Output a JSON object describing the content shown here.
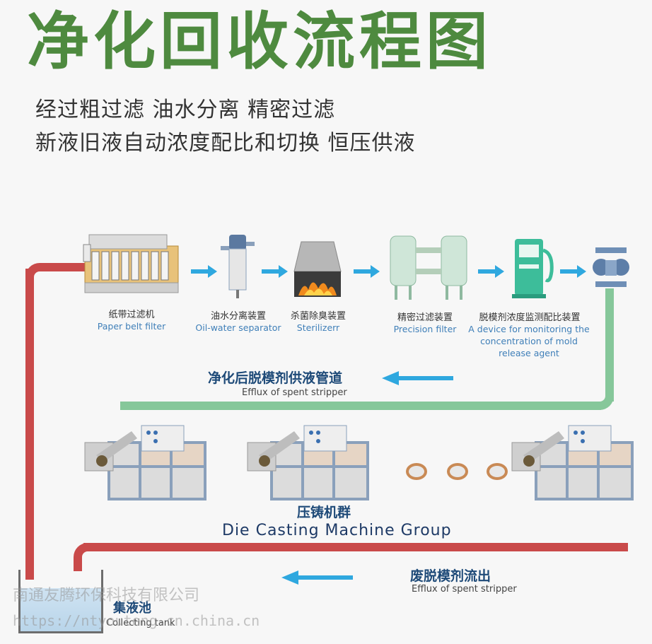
{
  "title": "净化回收流程图",
  "subtitle": {
    "line1": "经过粗过滤 油水分离 精密过滤",
    "line2": "新液旧液自动浓度配比和切换 恒压供液"
  },
  "equipment": [
    {
      "cn": "纸带过滤机",
      "en": "Paper belt filter"
    },
    {
      "cn": "油水分离装置",
      "en": "Oil-water separator"
    },
    {
      "cn": "杀菌除臭装置",
      "en": "Sterilizerr"
    },
    {
      "cn": "精密过滤装置",
      "en": "Precision filter"
    },
    {
      "cn": "脱模剂浓度监测配比装置",
      "en": "A device for monitoring the concentration of mold release agent"
    }
  ],
  "supply": {
    "cn": "净化后脱模剂供液管道",
    "en": "Efflux of spent stripper"
  },
  "group": {
    "cn": "压铸机群",
    "en": "Die Casting Machine Group"
  },
  "return": {
    "cn": "废脱模剂流出",
    "en": "Efflux of spent stripper"
  },
  "tank": {
    "cn": "集液池",
    "en": "Collecting tank"
  },
  "watermark": {
    "company": "南通友腾环保科技有限公司",
    "url": "https://ntyouteng.cn.china.cn"
  },
  "colors": {
    "title_green": "#4e8a3f",
    "arrow_blue": "#2fa8df",
    "pipe_red": "#c94a4a",
    "pipe_green": "#86c79a",
    "label_blue": "#3f7fb8"
  }
}
